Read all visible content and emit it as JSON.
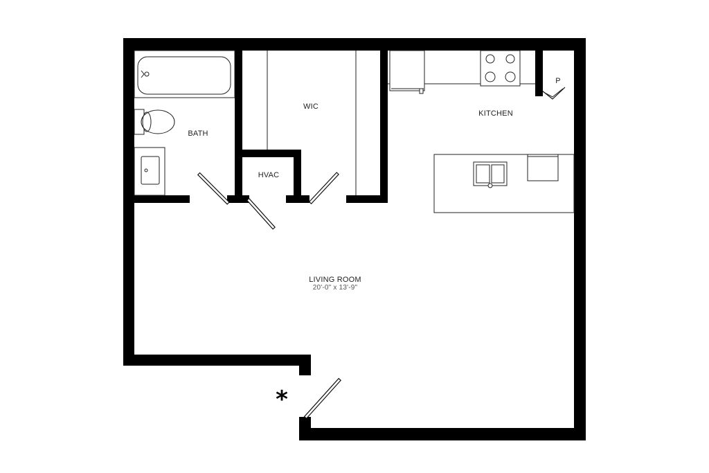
{
  "rooms": {
    "bath": "BATH",
    "wic": "WIC",
    "hvac": "HVAC",
    "kitchen": "KITCHEN",
    "pantry": "P",
    "living": "LIVING ROOM",
    "living_dims": "20'-0\" x 13'-9\""
  },
  "entry_marker": "*"
}
